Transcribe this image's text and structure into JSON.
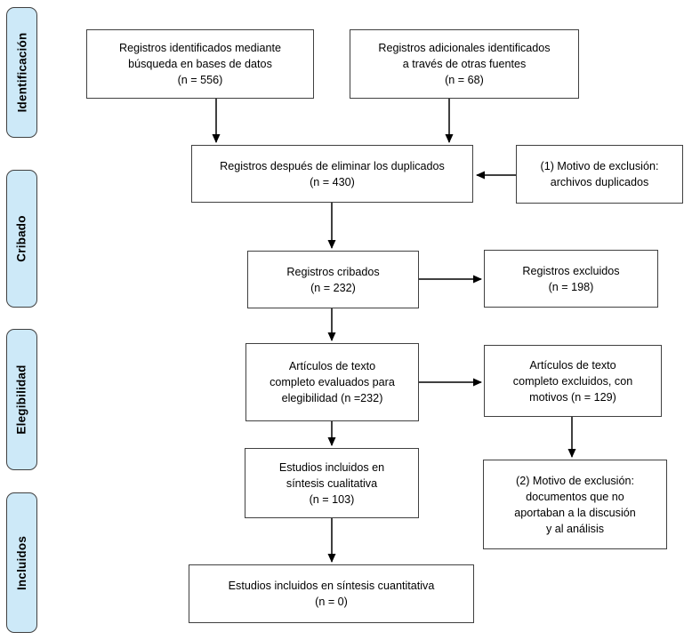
{
  "stages": [
    {
      "label": "Identificación"
    },
    {
      "label": "Cribado"
    },
    {
      "label": "Elegibilidad"
    },
    {
      "label": "Incluidos"
    }
  ],
  "boxes": {
    "identified": {
      "lines": [
        "Registros identificados mediante",
        "búsqueda en bases de datos",
        "(n = 556)"
      ]
    },
    "additional": {
      "lines": [
        "Registros adicionales identificados",
        "a través de otras fuentes",
        "(n = 68)"
      ]
    },
    "deduplicated": {
      "lines": [
        "Registros después de eliminar los duplicados",
        "(n = 430)"
      ]
    },
    "exclusion_reason_1": {
      "lines": [
        "(1) Motivo de exclusión:",
        "archivos duplicados"
      ]
    },
    "screened": {
      "lines": [
        "Registros cribados",
        "(n = 232)"
      ]
    },
    "excluded": {
      "lines": [
        "Registros excluidos",
        "(n = 198)"
      ]
    },
    "fulltext_assessed": {
      "lines": [
        "Artículos de texto",
        "completo evaluados para",
        "elegibilidad (n =232)"
      ]
    },
    "fulltext_excluded": {
      "lines": [
        "Artículos de texto",
        "completo excluidos, con",
        "motivos (n = 129)"
      ]
    },
    "qualitative_included": {
      "lines": [
        "Estudios incluidos en",
        "síntesis cualitativa",
        "(n = 103)"
      ]
    },
    "exclusion_reason_2": {
      "lines": [
        "(2) Motivo de exclusión:",
        "documentos que no",
        "aportaban a la discusión",
        "y al análisis"
      ]
    },
    "quantitative_included": {
      "lines": [
        "Estudios incluidos en síntesis cuantitativa",
        "(n = 0)"
      ]
    }
  },
  "colors": {
    "stage_fill": "#cde9f8",
    "stage_border": "#404040",
    "box_border": "#404040",
    "arrow": "#000000",
    "background": "#ffffff"
  }
}
